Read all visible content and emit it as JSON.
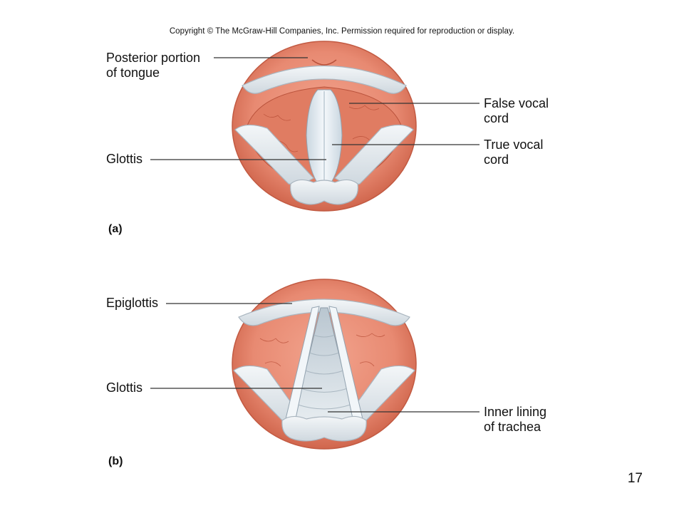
{
  "copyright": "Copyright © The McGraw-Hill Companies, Inc. Permission required for reproduction or display.",
  "panel_a": {
    "tag": "(a)",
    "labels": {
      "tongue_line1": "Posterior portion",
      "tongue_line2": "of tongue",
      "glottis": "Glottis",
      "false_line1": "False vocal",
      "false_line2": "cord",
      "true_line1": "True vocal",
      "true_line2": "cord"
    }
  },
  "panel_b": {
    "tag": "(b)",
    "labels": {
      "epiglottis": "Epiglottis",
      "glottis": "Glottis",
      "lining_line1": "Inner lining",
      "lining_line2": "of trachea"
    }
  },
  "page_number": "17",
  "colors": {
    "tissue": "#e88a72",
    "tissue_dark": "#c9583f",
    "cartilage": "#e4e9ee",
    "cartilage_edge": "#a9b5bf",
    "leader_line": "#333333"
  }
}
